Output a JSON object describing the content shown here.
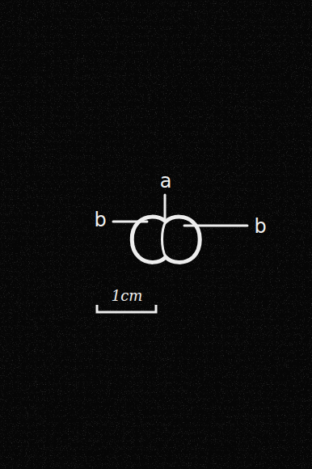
{
  "diagram": {
    "labels": [
      "a",
      "b",
      "b",
      "1cm"
    ]
  }
}
